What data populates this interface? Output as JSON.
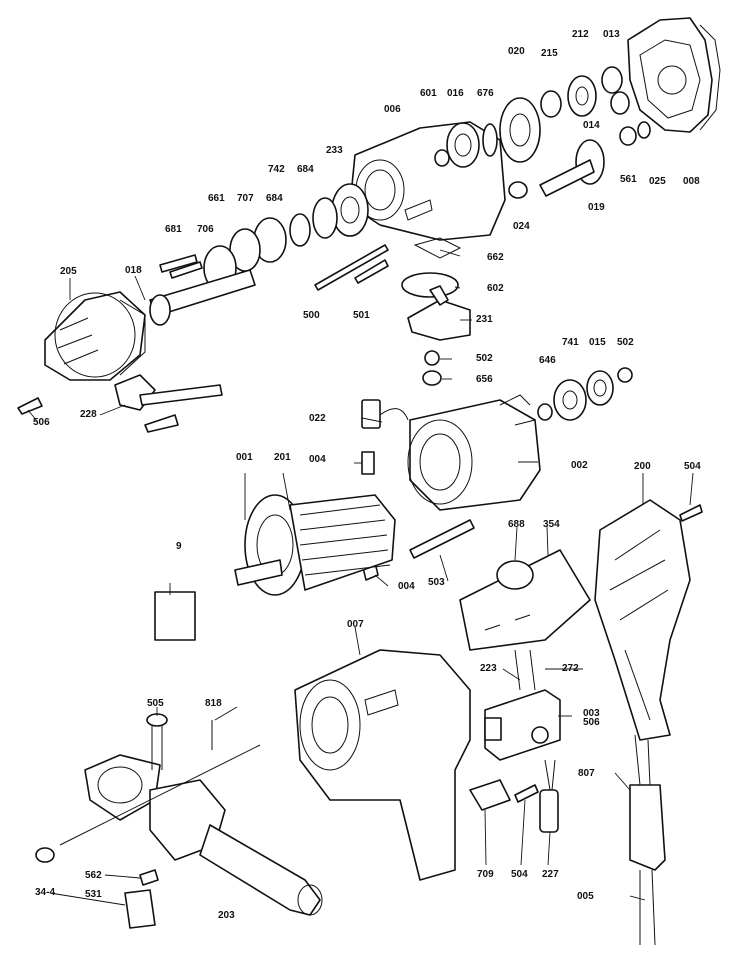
{
  "labels": {
    "p001": "001",
    "p002": "002",
    "p003": "003",
    "p004a": "004",
    "p004b": "004",
    "p005": "005",
    "p006": "006",
    "p007": "007",
    "p008": "008",
    "p9": "9",
    "p013": "013",
    "p014": "014",
    "p015": "015",
    "p016": "016",
    "p018": "018",
    "p019": "019",
    "p020": "020",
    "p022": "022",
    "p024": "024",
    "p025": "025",
    "p200": "200",
    "p201": "201",
    "p203": "203",
    "p205": "205",
    "p212": "212",
    "p215": "215",
    "p223": "223",
    "p227": "227",
    "p228": "228",
    "p231": "231",
    "p233": "233",
    "p272": "272",
    "p344": "34-4",
    "p354": "354",
    "p500": "500",
    "p501": "501",
    "p502a": "502",
    "p502b": "502",
    "p503": "503",
    "p504a": "504",
    "p504b": "504",
    "p505": "505",
    "p506a": "506",
    "p506b": "506",
    "p531": "531",
    "p561": "561",
    "p562": "562",
    "p601": "601",
    "p602": "602",
    "p646": "646",
    "p656": "656",
    "p661": "661",
    "p662": "662",
    "p676": "676",
    "p681": "681",
    "p684a": "684",
    "p684b": "684",
    "p688": "688",
    "p706": "706",
    "p707": "707",
    "p709": "709",
    "p741": "741",
    "p742": "742",
    "p807": "807",
    "p818": "818"
  }
}
